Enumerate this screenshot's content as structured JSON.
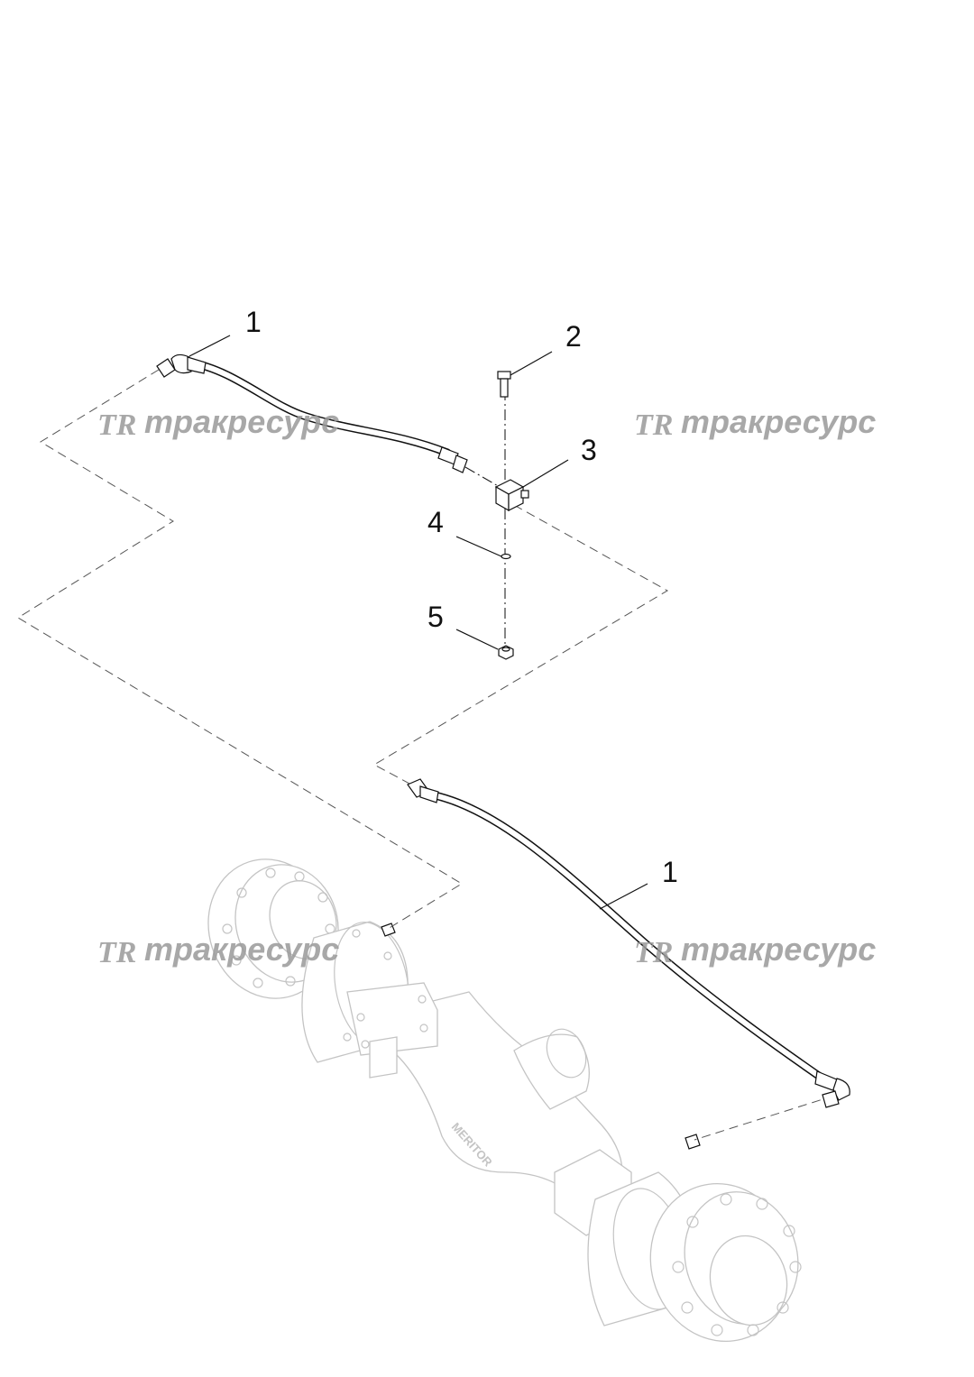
{
  "callouts": {
    "hose_top": "1",
    "bolt": "2",
    "block": "3",
    "washer": "4",
    "nut": "5",
    "hose_bottom": "1"
  },
  "watermark": {
    "logo": "TR",
    "brand": "тракресурс"
  },
  "axle_marking": "MERITOR",
  "colors": {
    "line": "#111111",
    "watermark": "#9a9a9a",
    "ghost_axle": "#c4c4c4"
  }
}
